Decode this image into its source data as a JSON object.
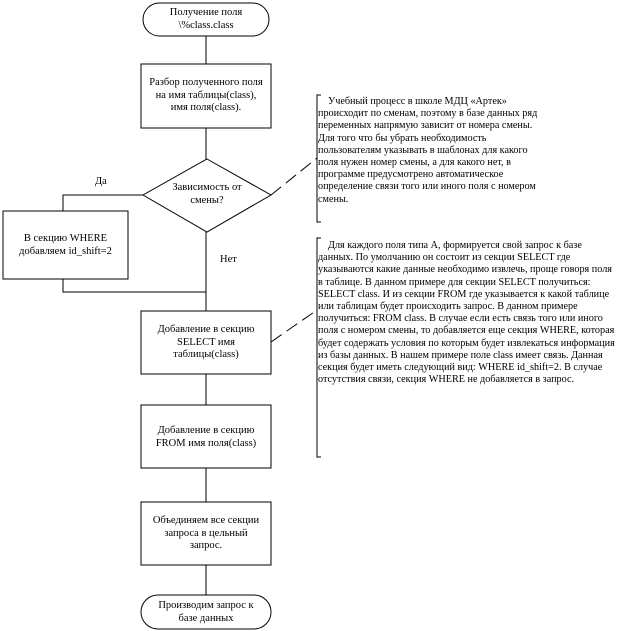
{
  "nodes": {
    "start": "Получение поля\n\\%class.class",
    "parse": "Разбор полученного поля\nна имя таблицы(class),\nимя поля(class).",
    "decision": "Зависимость от\nсмены?",
    "where": "В секцию WHERE\nдобавляем id_shift=2",
    "select": "Добавление в секцию\nSELECT имя\nтаблицы(class)",
    "from": "Добавление в секцию\nFROM имя поля(class)",
    "combine": "Объединяем все секции\nзапроса в цельный\nзапрос.",
    "end": "Производим запрос к\nбазе данных"
  },
  "edges": {
    "yes": "Да",
    "no": "Нет"
  },
  "notes": {
    "note1": "Учебный процесс в школе МДЦ «Артек» происходит по сменам, поэтому в базе данных ряд переменных напрямую зависит от номера смены. Для того что бы убрать необходимость пользователям указывать в шаблонах для какого поля нужен номер смены, а для какого нет, в программе предусмотрено автоматическое определение связи того или иного поля с номером смены.",
    "note2": "Для каждого поля типа A, формируется свой запрос к базе данных. По умолчанию он состоит из секции SELECT где указываются какие данные необходимо извлечь, проще говоря поля в таблице. В данном примере для секции SELECT получиться: SELECT class. И из секции FROM где указывается к какой таблице или таблицам будет происходить запрос. В данном примере получиться: FROM class. В случае если есть связь того или иного поля с номером смены, то добавляется еще секция WHERE, которая будет содержать условия по которым будет извлекаться информация из базы данных. В нашем примере поле class имеет связь. Данная секция будет иметь следующий вид: WHERE id_shift=2. В случае отсутствия связи, секция WHERE не добавляется в запрос."
  }
}
